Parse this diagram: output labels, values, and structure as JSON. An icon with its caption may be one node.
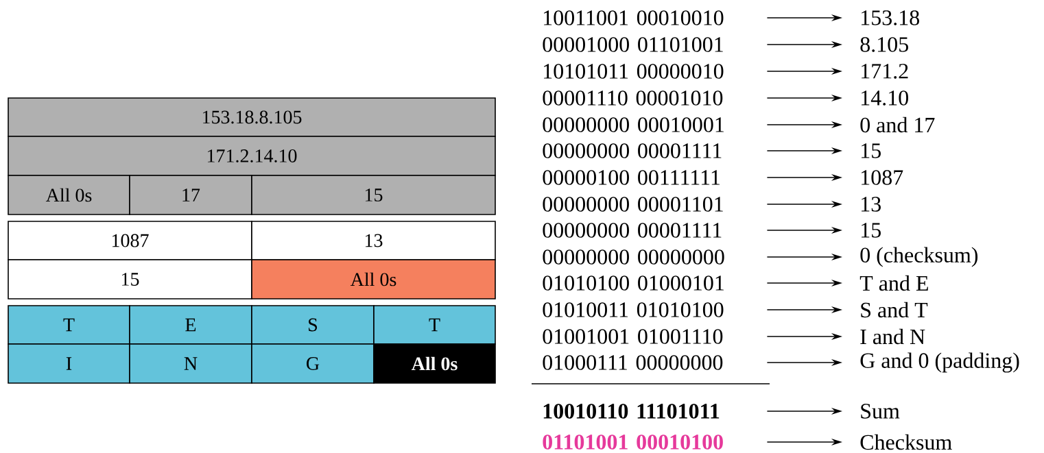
{
  "diagram": {
    "nodes": [
      {
        "text": [
          "153.18.8.105"
        ]
      },
      {
        "text": [
          "171.2.14.10"
        ]
      },
      {
        "text": [
          "All 0s"
        ]
      },
      {
        "text": [
          "17"
        ]
      },
      {
        "text": [
          "15"
        ]
      },
      {
        "text": [
          "1087"
        ]
      },
      {
        "text": [
          "13"
        ]
      },
      {
        "text": [
          "15"
        ]
      },
      {
        "text": [
          "All 0s"
        ]
      },
      {
        "text": [
          "T"
        ]
      },
      {
        "text": [
          "E"
        ]
      },
      {
        "text": [
          "S"
        ]
      },
      {
        "text": [
          "T"
        ]
      },
      {
        "text": [
          "I"
        ]
      },
      {
        "text": [
          "N"
        ]
      },
      {
        "text": [
          "G"
        ]
      },
      {
        "text": [
          "All 0s"
        ]
      },
      {
        "text": [
          "10011001 00010010"
        ]
      },
      {
        "text": [
          "153.18"
        ]
      },
      {
        "text": [
          "00001000 01101001"
        ]
      },
      {
        "text": [
          "8.105"
        ]
      },
      {
        "text": [
          "10101011 00000010"
        ]
      },
      {
        "text": [
          "171.2"
        ]
      },
      {
        "text": [
          "00001110 00001010"
        ]
      },
      {
        "text": [
          "14.10"
        ]
      },
      {
        "text": [
          "00000000 00010001"
        ]
      },
      {
        "text": [
          "0 and 17"
        ]
      },
      {
        "text": [
          "00000000 00001111"
        ]
      },
      {
        "text": [
          "15"
        ]
      },
      {
        "text": [
          "00000100 00111111"
        ]
      },
      {
        "text": [
          "1087"
        ]
      },
      {
        "text": [
          "00000000 00001101"
        ]
      },
      {
        "text": [
          "13"
        ]
      },
      {
        "text": [
          "00000000 00001111"
        ]
      },
      {
        "text": [
          "15"
        ]
      },
      {
        "text": [
          "00000000 00000000"
        ]
      },
      {
        "text": [
          "0 (checksum)"
        ]
      },
      {
        "text": [
          "01010100 01000101"
        ]
      },
      {
        "text": [
          "T and E"
        ]
      },
      {
        "text": [
          "01010011 01010100"
        ]
      },
      {
        "text": [
          "S and T"
        ]
      },
      {
        "text": [
          "01001001 01001110"
        ]
      },
      {
        "text": [
          "I and N"
        ]
      },
      {
        "text": [
          "01000111 00000000"
        ]
      },
      {
        "text": [
          "G and 0 (padding)"
        ]
      },
      {
        "text": [
          "10010110 11101011"
        ]
      },
      {
        "text": [
          "Sum"
        ]
      },
      {
        "text": [
          "01101001 00010100"
        ]
      },
      {
        "text": [
          "Checksum"
        ]
      }
    ],
    "edges": [
      {
        "from": 17,
        "to": 18,
        "arrow": "to"
      },
      {
        "from": 19,
        "to": 20,
        "arrow": "to"
      },
      {
        "from": 21,
        "to": 22,
        "arrow": "to"
      },
      {
        "from": 23,
        "to": 24,
        "arrow": "to"
      },
      {
        "from": 25,
        "to": 26,
        "arrow": "to"
      },
      {
        "from": 27,
        "to": 28,
        "arrow": "to"
      },
      {
        "from": 29,
        "to": 30,
        "arrow": "to"
      },
      {
        "from": 31,
        "to": 32,
        "arrow": "to"
      },
      {
        "from": 33,
        "to": 34,
        "arrow": "to"
      },
      {
        "from": 35,
        "to": 36,
        "arrow": "to"
      },
      {
        "from": 37,
        "to": 38,
        "arrow": "to"
      },
      {
        "from": 39,
        "to": 40,
        "arrow": "to"
      },
      {
        "from": 41,
        "to": 42,
        "arrow": "to"
      },
      {
        "from": 43,
        "to": 44,
        "arrow": "to"
      },
      {
        "from": 45,
        "to": 46,
        "arrow": "to"
      },
      {
        "from": 47,
        "to": 48,
        "arrow": "to"
      }
    ]
  }
}
